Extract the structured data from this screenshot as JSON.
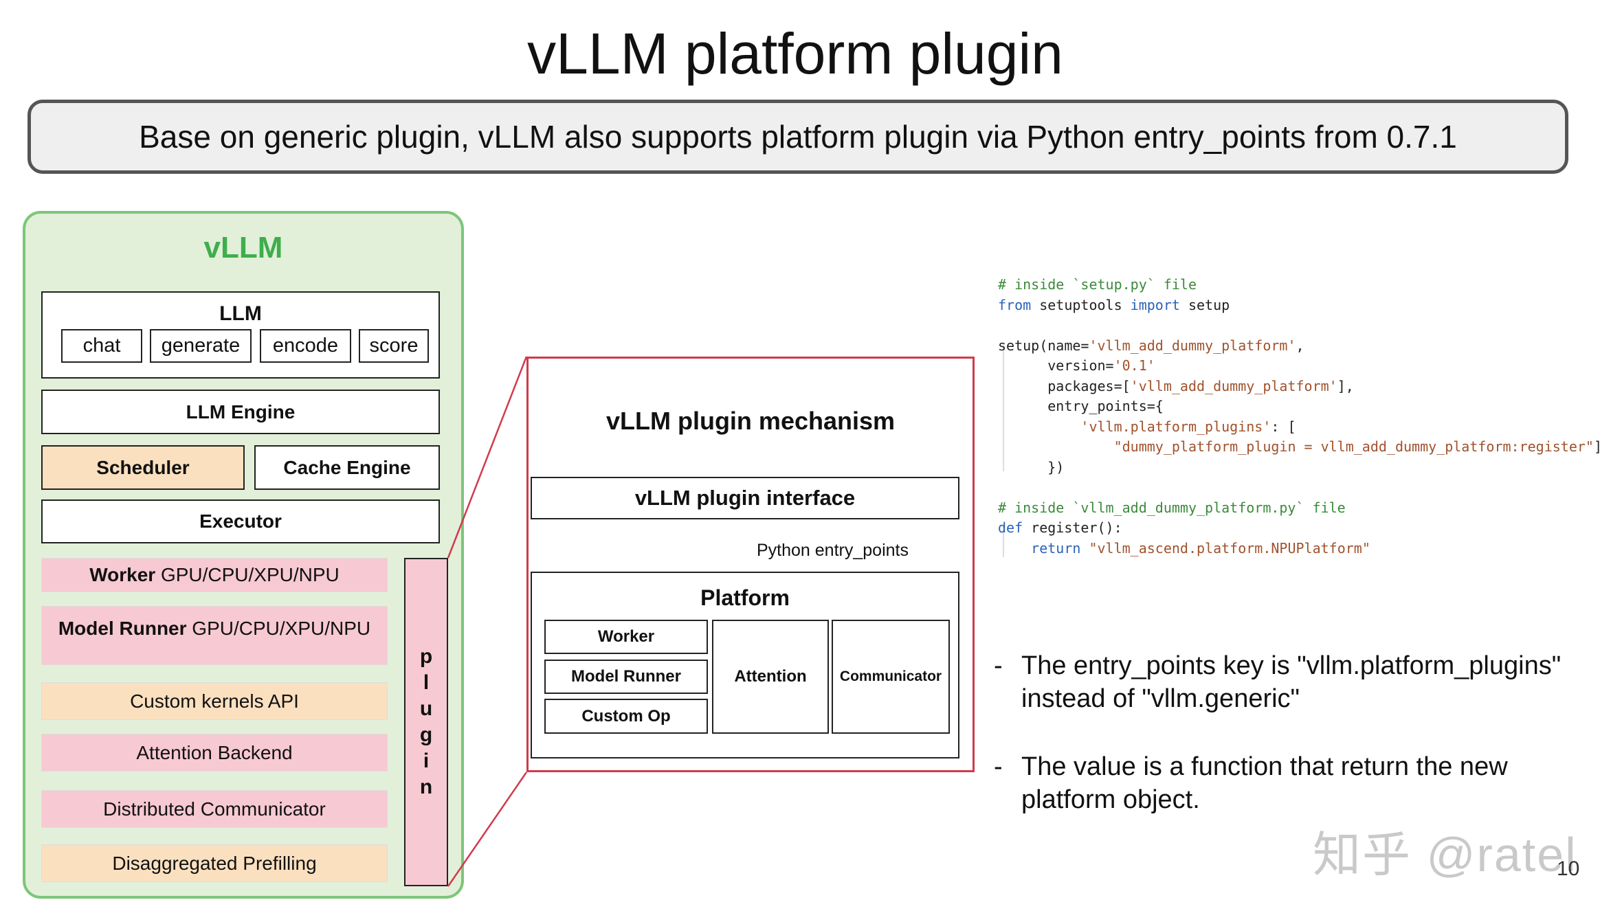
{
  "title": "vLLM platform plugin",
  "banner": "Base on generic plugin, vLLM also supports platform plugin via Python entry_points from 0.7.1",
  "vllm_panel": {
    "title": "vLLM",
    "llm": {
      "title": "LLM",
      "buttons": [
        "chat",
        "generate",
        "encode",
        "score"
      ]
    },
    "llm_engine": "LLM Engine",
    "scheduler": "Scheduler",
    "cache_engine": "Cache Engine",
    "executor": "Executor",
    "worker": {
      "bold": "Worker",
      "rest": " GPU/CPU/XPU/NPU"
    },
    "model_runner": {
      "bold": "Model Runner",
      "rest": " GPU/CPU/XPU/NPU"
    },
    "custom_kernels": "Custom kernels API",
    "attention_backend": "Attention Backend",
    "distributed_communicator": "Distributed Communicator",
    "disaggregated_prefilling": "Disaggregated Prefilling",
    "plugin_letters": [
      "p",
      "l",
      "u",
      "g",
      "i",
      "n"
    ]
  },
  "mechanism": {
    "title": "vLLM plugin mechanism",
    "interface": "vLLM plugin interface",
    "entry_points_label": "Python entry_points",
    "platform": {
      "title": "Platform",
      "worker": "Worker",
      "model_runner": "Model Runner",
      "custom_op": "Custom Op",
      "attention": "Attention",
      "communicator": "Communicator"
    }
  },
  "code": {
    "line1": "# inside `setup.py` file",
    "line2_kw1": "from",
    "line2_mid": " setuptools ",
    "line2_kw2": "import",
    "line2_end": " setup",
    "line3a": "setup(",
    "line3b": "name=",
    "line3c": "'vllm_add_dummy_platform'",
    "line3d": ",",
    "line4a": "version=",
    "line4b": "'0.1'",
    "line5a": "packages=[",
    "line5b": "'vllm_add_dummy_platform'",
    "line5c": "],",
    "line6a": "entry_points={",
    "line7a": "'vllm.platform_plugins'",
    "line7b": ": [",
    "line8a": "\"dummy_platform_plugin = vllm_add_dummy_platform:register\"",
    "line8b": "]",
    "line9a": "})",
    "line10": "# inside `vllm_add_dummy_platform.py` file",
    "line11_kw": "def",
    "line11_rest": " register():",
    "line12_kw": "return",
    "line12_str": " \"vllm_ascend.platform.NPUPlatform\""
  },
  "bullets": [
    {
      "dash": "-",
      "text": "The entry_points key is \"vllm.platform_plugins\" instead of \"vllm.generic\""
    },
    {
      "dash": "-",
      "text": "The value is a function that return the new platform object."
    }
  ],
  "watermark": "知乎 @ratel",
  "page_number": "10",
  "colors": {
    "panel_green": "#e2f0d9",
    "panel_border": "#7cc67a",
    "title_green": "#3eae4c",
    "pink": "#f7c9d3",
    "orange": "#fbe0bf",
    "red": "#d03a4c"
  }
}
